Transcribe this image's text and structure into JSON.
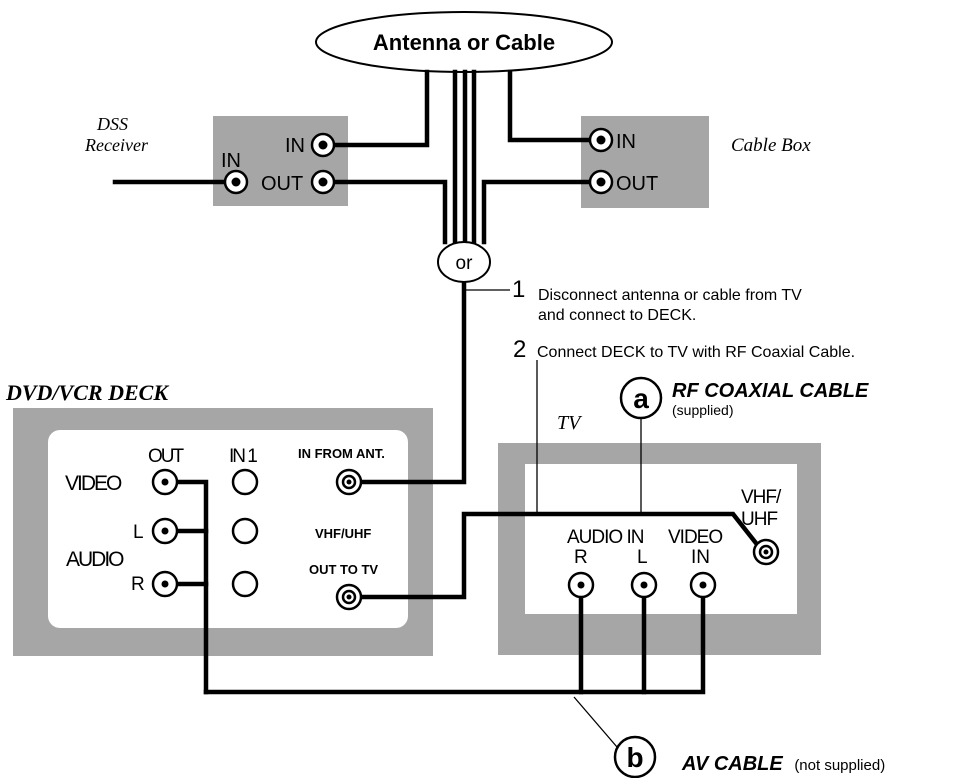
{
  "source": {
    "label": "Antenna or Cable",
    "or_label": "or"
  },
  "dss": {
    "label_line1": "DSS",
    "label_line2": "Receiver",
    "in_label": "IN",
    "port_in": "IN",
    "port_out": "OUT"
  },
  "cable_box": {
    "label": "Cable Box",
    "port_in": "IN",
    "port_out": "OUT"
  },
  "steps": {
    "step1_num": "1",
    "step1_line1": "Disconnect antenna or cable from TV",
    "step1_line2": "and connect to DECK.",
    "step2_num": "2",
    "step2_text": "Connect DECK to TV with RF Coaxial Cable."
  },
  "deck": {
    "title": "DVD/VCR DECK",
    "col_out": "OUT",
    "col_in1": "IN 1",
    "video": "VIDEO",
    "l": "L",
    "audio": "AUDIO",
    "r": "R",
    "in_from_ant": "IN FROM ANT.",
    "vhf_uhf": "VHF/UHF",
    "out_to_tv": "OUT TO TV"
  },
  "tv": {
    "label": "TV",
    "vhf": "VHF/",
    "uhf": "UHF",
    "audio_in": "AUDIO IN",
    "video": "VIDEO",
    "r": "R",
    "l": "L",
    "in": "IN"
  },
  "callouts": {
    "a_letter": "a",
    "a_title": "RF COAXIAL CABLE",
    "a_sub": "(supplied)",
    "b_letter": "b",
    "b_title": "AV CABLE",
    "b_sub": "(not supplied)"
  },
  "colors": {
    "box_gray": "#a6a6a6",
    "panel_white": "#ffffff",
    "line": "#000000"
  }
}
